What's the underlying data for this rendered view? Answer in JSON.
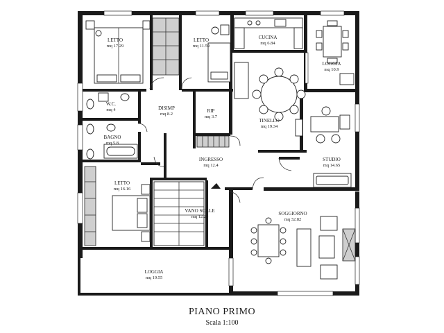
{
  "plan": {
    "title": "PIANO PRIMO",
    "scale": "Scala 1:100"
  },
  "rooms": {
    "letto1": {
      "name": "LETTO",
      "area": "mq 17.29"
    },
    "letto2": {
      "name": "LETTO",
      "area": "mq 11.59"
    },
    "cucina": {
      "name": "CUCINA",
      "area": "mq 6.84"
    },
    "loggia1": {
      "name": "LOGGIA",
      "area": "mq 10.9"
    },
    "wc": {
      "name": "W.C.",
      "area": "mq 4"
    },
    "disimp": {
      "name": "DISIMP",
      "area": "mq 8.2"
    },
    "rip": {
      "name": "RIP",
      "area": "mq 3.7"
    },
    "tinello": {
      "name": "TINELLO",
      "area": "mq 19.34"
    },
    "bagno": {
      "name": "BAGNO",
      "area": "mq 5.8"
    },
    "ingresso": {
      "name": "INGRESSO",
      "area": "mq 12.4"
    },
    "studio": {
      "name": "STUDIO",
      "area": "mq 14.65"
    },
    "letto3": {
      "name": "LETTO",
      "area": "mq 16.16"
    },
    "vano": {
      "name": "VANO SCALE",
      "area": "mq 12.24"
    },
    "soggiorno": {
      "name": "SOGGIORNO",
      "area": "mq 32.82"
    },
    "loggia2": {
      "name": "LOGGIA",
      "area": "mq 19.55"
    }
  }
}
